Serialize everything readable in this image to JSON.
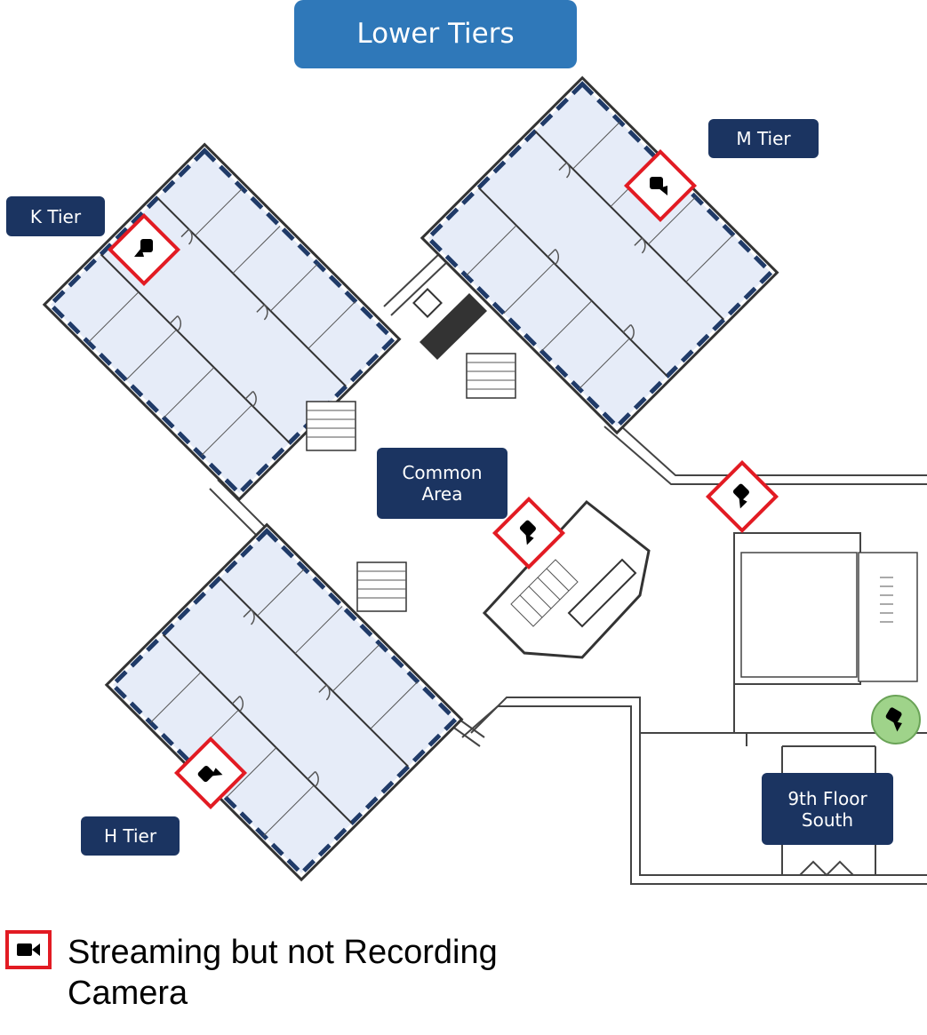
{
  "title": "Lower Tiers",
  "areas": {
    "k_tier": "K Tier",
    "m_tier": "M Tier",
    "h_tier": "H Tier",
    "common_area": "Common\nArea",
    "ninth_floor_south": "9th Floor\nSouth"
  },
  "cameras": {
    "streaming_not_recording": 5,
    "other": 1
  },
  "legend": {
    "text": "Streaming but not Recording\nCamera",
    "icon": "video-camera-icon"
  },
  "colors": {
    "title_bg": "#2f78b9",
    "label_bg": "#1b3461",
    "tier_fill": "#e6ecf8",
    "tier_dash": "#1f3a68",
    "camera_border": "#e21b23",
    "other_camera_bg": "#9fd38a",
    "wall": "#444444"
  }
}
